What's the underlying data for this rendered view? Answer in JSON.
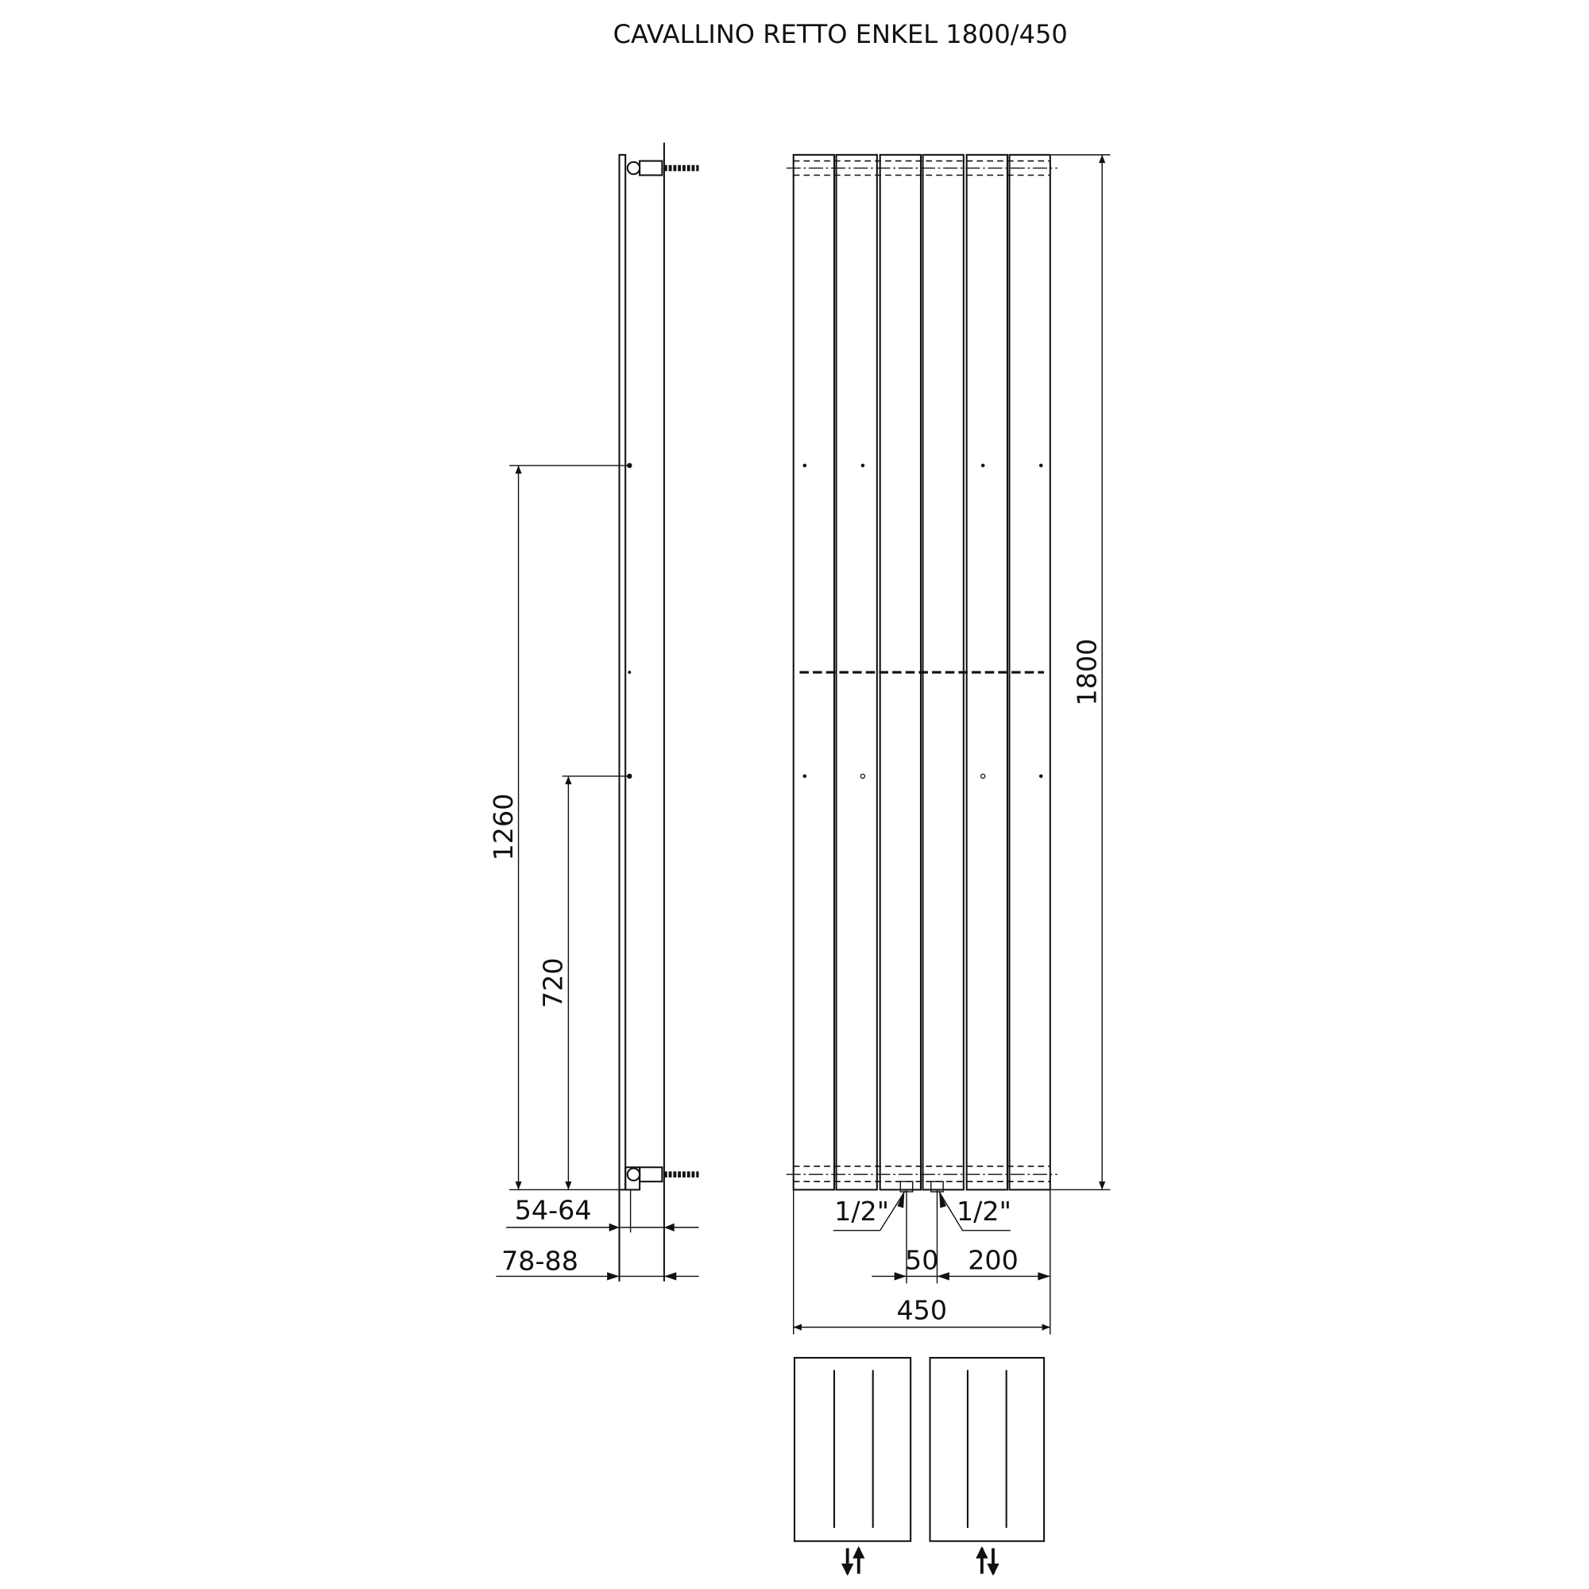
{
  "title": "CAVALLINO RETTO ENKEL 1800/450",
  "dimensions": {
    "height_total": "1800",
    "width_total": "450",
    "bracket_upper": "1260",
    "bracket_lower": "720",
    "wall_distance_inner": "54-64",
    "wall_distance_outer": "78-88",
    "connection_spacing": "50",
    "connection_offset": "200",
    "connection_left": "1/2\"",
    "connection_right": "1/2\""
  },
  "colors": {
    "line": "#111111",
    "background": "#ffffff"
  }
}
